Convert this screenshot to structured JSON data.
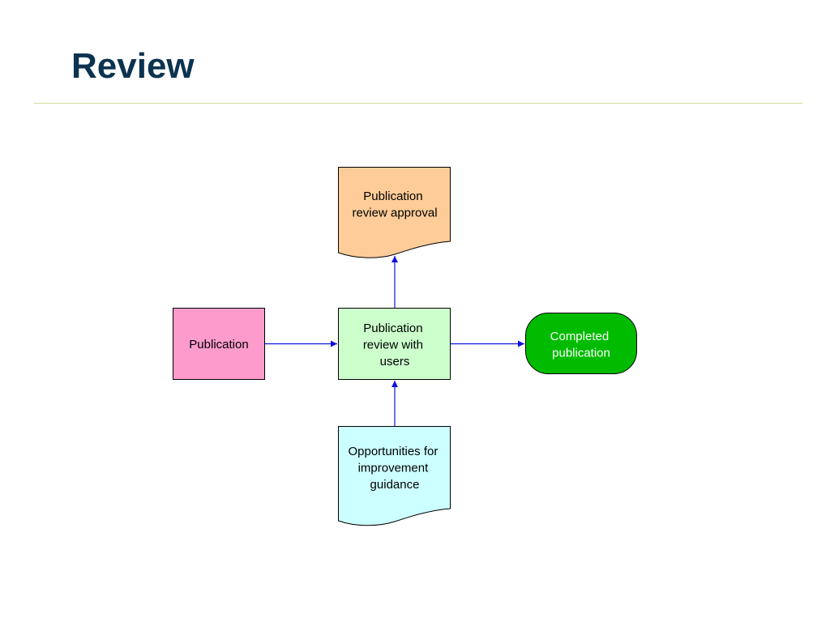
{
  "slide": {
    "title": "Review"
  },
  "diagram": {
    "nodes": {
      "publication": {
        "lines": [
          "Publication"
        ],
        "shape": "rectangle",
        "fill": "#fd9ccc"
      },
      "review": {
        "lines": [
          "Publication",
          "review with",
          "users"
        ],
        "shape": "rectangle",
        "fill": "#ccffcc"
      },
      "approval": {
        "lines": [
          "Publication",
          "review approval"
        ],
        "shape": "document",
        "fill": "#fdcc99"
      },
      "guidance": {
        "lines": [
          "Opportunities for",
          "improvement",
          "guidance"
        ],
        "shape": "document",
        "fill": "#ccffff"
      },
      "completed": {
        "lines": [
          "Completed",
          "publication"
        ],
        "shape": "terminator",
        "fill": "#00bb00"
      }
    },
    "edges": [
      {
        "from": "publication",
        "to": "review"
      },
      {
        "from": "review",
        "to": "approval"
      },
      {
        "from": "guidance",
        "to": "review"
      },
      {
        "from": "review",
        "to": "completed"
      }
    ],
    "colors": {
      "arrow": "#1010dd",
      "outline": "#000000",
      "title": "#0b3350",
      "rule": "#d4de9a"
    }
  }
}
